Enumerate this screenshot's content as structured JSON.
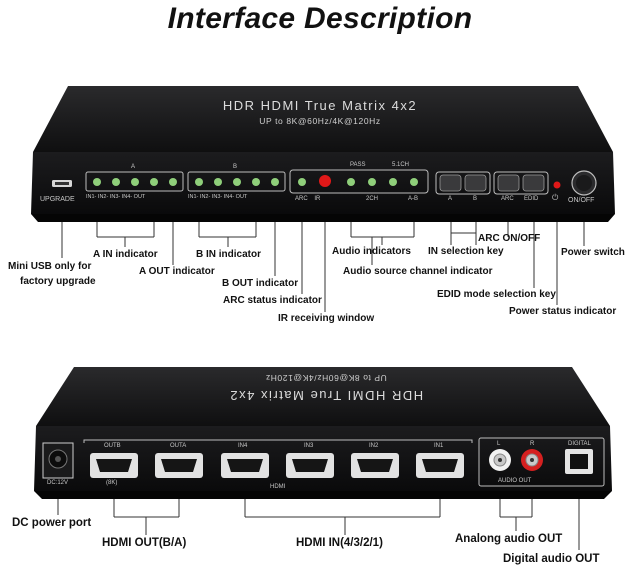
{
  "title": "Interface Description",
  "front_panel": {
    "device_name": "HDR HDMI True Matrix 4x2",
    "device_sub": "UP to 8K@60Hz/4K@120Hz",
    "upgrade": "UPGRADE",
    "group_a": "A",
    "group_b": "B",
    "a_ports": "IN1- IN2- IN3- IN4- OUT",
    "b_ports": "IN1- IN2- IN3- IN4- OUT",
    "pass": "PASS",
    "ch51": "5.1CH",
    "arc_ir": "ARC    IR",
    "twoch": "2CH",
    "ab": "A-B",
    "btn_a": "A",
    "btn_b": "B",
    "btn_arc": "ARC",
    "btn_edid": "EDID",
    "onoff": "ON/OFF"
  },
  "front_labels": {
    "mini_usb": "Mini USB only for",
    "mini_usb2": "factory upgrade",
    "a_in": "A IN indicator",
    "a_out": "A OUT indicator",
    "b_in": "B IN indicator",
    "b_out": "B OUT indicator",
    "arc_status": "ARC status indicator",
    "ir_window": "IR receiving window",
    "audio_ind": "Audio indicators",
    "audio_src": "Audio source channel indicator",
    "in_sel": "IN selection key",
    "arc_onoff": "ARC ON/OFF",
    "edid_mode": "EDID mode selection key",
    "power_status": "Power status indicator",
    "power_switch": "Power switch"
  },
  "rear_panel": {
    "device_name": "HDR HDMI True Matrix 4x2",
    "device_sub": "UP to 8K@60Hz/4K@120Hz",
    "dc": "DC:12V",
    "outb": "OUTB",
    "outa": "OUTA",
    "in4": "IN4",
    "in3": "IN3",
    "in2": "IN2",
    "in1": "IN1",
    "k8": "(8K)",
    "hdmi": "HDMI",
    "l": "L",
    "r": "R",
    "digital": "DIGITAL",
    "audio_out": "AUDIO OUT"
  },
  "rear_labels": {
    "dc_port": "DC power port",
    "hdmi_out": "HDMI OUT(B/A)",
    "hdmi_in": "HDMI IN(4/3/2/1)",
    "analog_out": "Analong audio OUT",
    "digital_out": "Digital audio OUT"
  }
}
